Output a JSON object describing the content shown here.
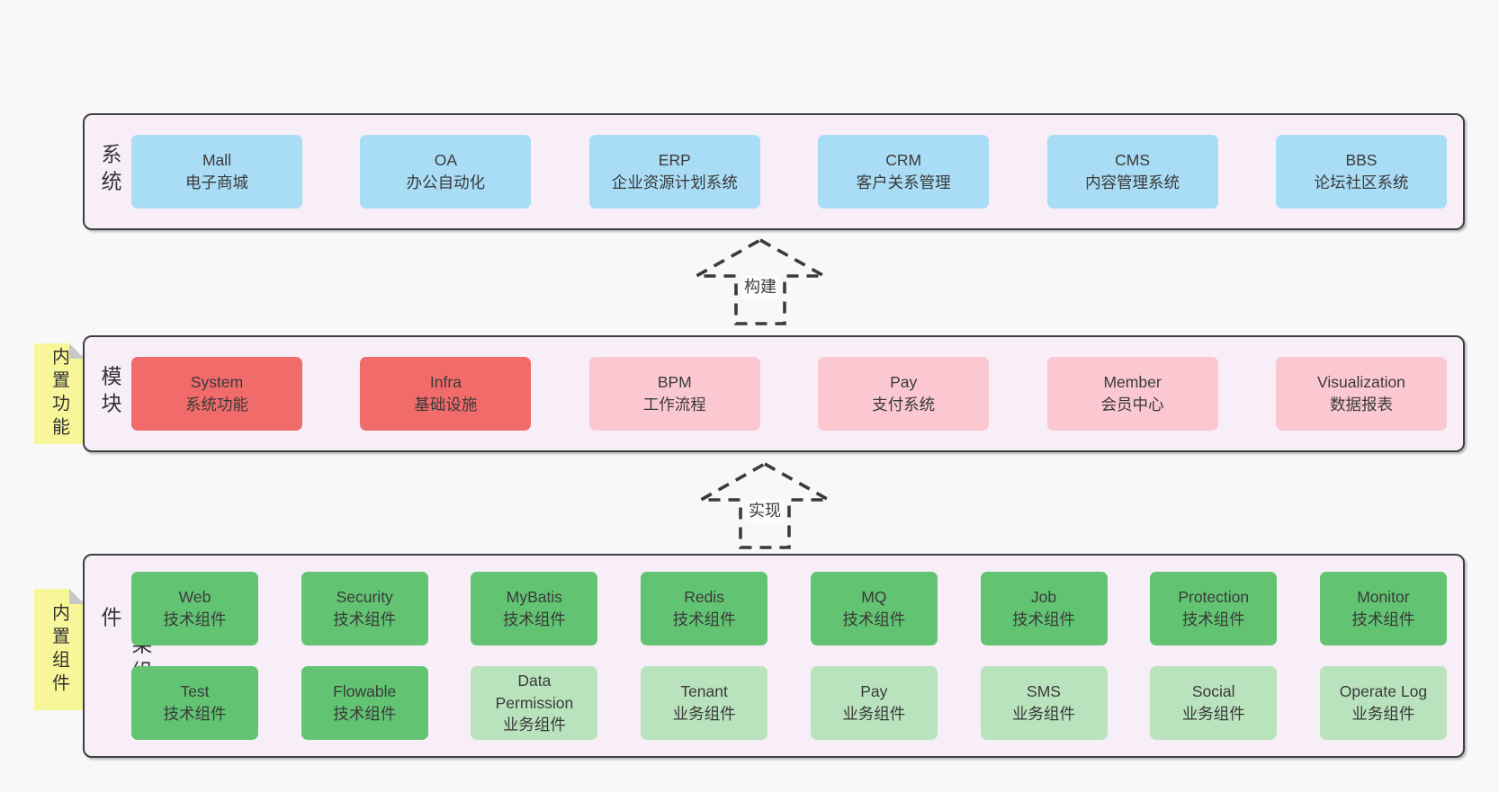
{
  "page": {
    "background": "#f8f8f8"
  },
  "colors": {
    "layer_background": "#f8eef7",
    "layer_border": "#3f3f3f",
    "box_blue": "#a9dcf5",
    "box_red": "#f16b6b",
    "box_pink": "#fbc8d1",
    "box_green": "#62c473",
    "box_light_green": "#b9e3bd",
    "sticky_yellow": "#f7f79a",
    "sticky_fold_gray": "#c7c7c7",
    "text": "#3a3a3a"
  },
  "layers": [
    {
      "id": "business",
      "label": "业务系统",
      "rows": [
        [
          {
            "name": "Mall",
            "desc": "电子商城",
            "type": "blue"
          },
          {
            "name": "OA",
            "desc": "办公自动化",
            "type": "blue"
          },
          {
            "name": "ERP",
            "desc": "企业资源计划系统",
            "type": "blue"
          },
          {
            "name": "CRM",
            "desc": "客户关系管理",
            "type": "blue"
          },
          {
            "name": "CMS",
            "desc": "内容管理系统",
            "type": "blue"
          },
          {
            "name": "BBS",
            "desc": "论坛社区系统",
            "type": "blue"
          }
        ]
      ]
    },
    {
      "id": "modules",
      "label": "通用模块",
      "sticky": "内置功能",
      "rows": [
        [
          {
            "name": "System",
            "desc": "系统功能",
            "type": "red"
          },
          {
            "name": "Infra",
            "desc": "基础设施",
            "type": "red"
          },
          {
            "name": "BPM",
            "desc": "工作流程",
            "type": "pink"
          },
          {
            "name": "Pay",
            "desc": "支付系统",
            "type": "pink"
          },
          {
            "name": "Member",
            "desc": "会员中心",
            "type": "pink"
          },
          {
            "name": "Visualization",
            "desc": "数据报表",
            "type": "pink"
          }
        ]
      ]
    },
    {
      "id": "components",
      "label": "框架组件",
      "sticky": "内置组件",
      "rows": [
        [
          {
            "name": "Web",
            "desc": "技术组件",
            "type": "green"
          },
          {
            "name": "Security",
            "desc": "技术组件",
            "type": "green"
          },
          {
            "name": "MyBatis",
            "desc": "技术组件",
            "type": "green"
          },
          {
            "name": "Redis",
            "desc": "技术组件",
            "type": "green"
          },
          {
            "name": "MQ",
            "desc": "技术组件",
            "type": "green"
          },
          {
            "name": "Job",
            "desc": "技术组件",
            "type": "green"
          },
          {
            "name": "Protection",
            "desc": "技术组件",
            "type": "green"
          },
          {
            "name": "Monitor",
            "desc": "技术组件",
            "type": "green"
          }
        ],
        [
          {
            "name": "Test",
            "desc": "技术组件",
            "type": "green"
          },
          {
            "name": "Flowable",
            "desc": "技术组件",
            "type": "green"
          },
          {
            "name": "Data Permission",
            "desc": "业务组件",
            "type": "lightgreen"
          },
          {
            "name": "Tenant",
            "desc": "业务组件",
            "type": "lightgreen"
          },
          {
            "name": "Pay",
            "desc": "业务组件",
            "type": "lightgreen"
          },
          {
            "name": "SMS",
            "desc": "业务组件",
            "type": "lightgreen"
          },
          {
            "name": "Social",
            "desc": "业务组件",
            "type": "lightgreen"
          },
          {
            "name": "Operate Log",
            "desc": "业务组件",
            "type": "lightgreen"
          }
        ]
      ]
    }
  ],
  "arrows": [
    {
      "id": "build",
      "label": "构建"
    },
    {
      "id": "implement",
      "label": "实现"
    }
  ]
}
